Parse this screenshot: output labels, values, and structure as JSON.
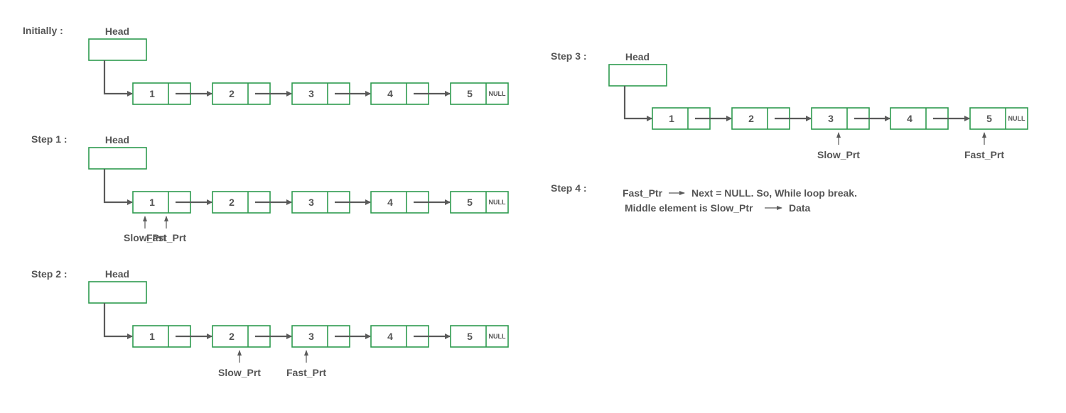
{
  "colors": {
    "node_border": "#2e9b4f",
    "arrow": "#5a5a5a",
    "text": "#555555"
  },
  "head_label": "Head",
  "null_label": "NULL",
  "nodes": [
    "1",
    "2",
    "3",
    "4",
    "5"
  ],
  "slow_label": "Slow_Prt",
  "fast_label": "Fast_Prt",
  "steps": [
    {
      "title": "Initially :",
      "slow_index": null,
      "fast_index": null
    },
    {
      "title": "Step 1 :",
      "slow_index": 0,
      "fast_index": 0
    },
    {
      "title": "Step 2 :",
      "slow_index": 1,
      "fast_index": 2
    },
    {
      "title": "Step 3 :",
      "slow_index": 2,
      "fast_index": 4
    }
  ],
  "step4": {
    "title": "Step 4 :",
    "line1": {
      "left": "Fast_Ptr",
      "right": "Next = NULL. So, While loop break."
    },
    "line2": {
      "left": "Middle element is Slow_Ptr",
      "right": "Data"
    }
  }
}
